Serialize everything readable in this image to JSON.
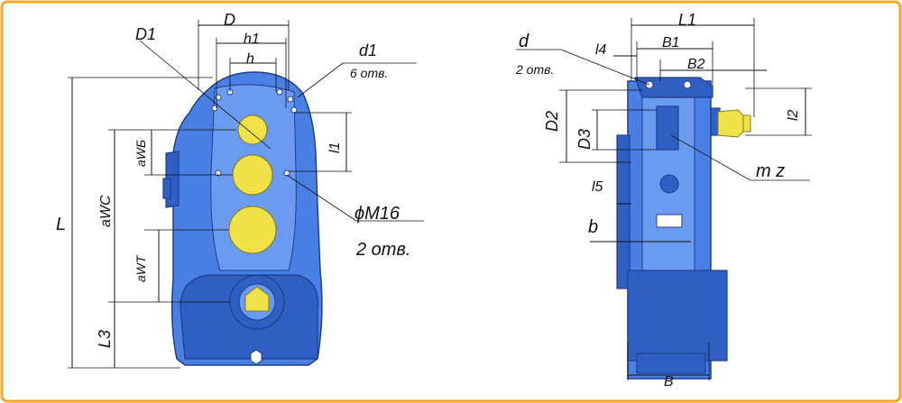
{
  "drawing": {
    "border_color": "#f5a623",
    "body_color": "#4a80e4",
    "shaft_color": "#f2e24a"
  },
  "front_view": {
    "labels": {
      "D": "D",
      "D1": "D1",
      "h1": "h1",
      "h": "h",
      "d1": "d1",
      "holes6": "6 отв.",
      "l1": "l1",
      "L": "L",
      "awc": "aWC",
      "awb": "aWБ",
      "awt": "aWT",
      "L3": "L3",
      "M16": "ϕM16",
      "holes2": "2 отв."
    }
  },
  "side_view": {
    "labels": {
      "L1": "L1",
      "B1": "B1",
      "B2": "B2",
      "l4": "l4",
      "d": "d",
      "holes2": "2 отв.",
      "l2": "l2",
      "D2": "D2",
      "D3": "D3",
      "mz": "m z",
      "l5": "l5",
      "b": "b",
      "B": "B"
    }
  }
}
